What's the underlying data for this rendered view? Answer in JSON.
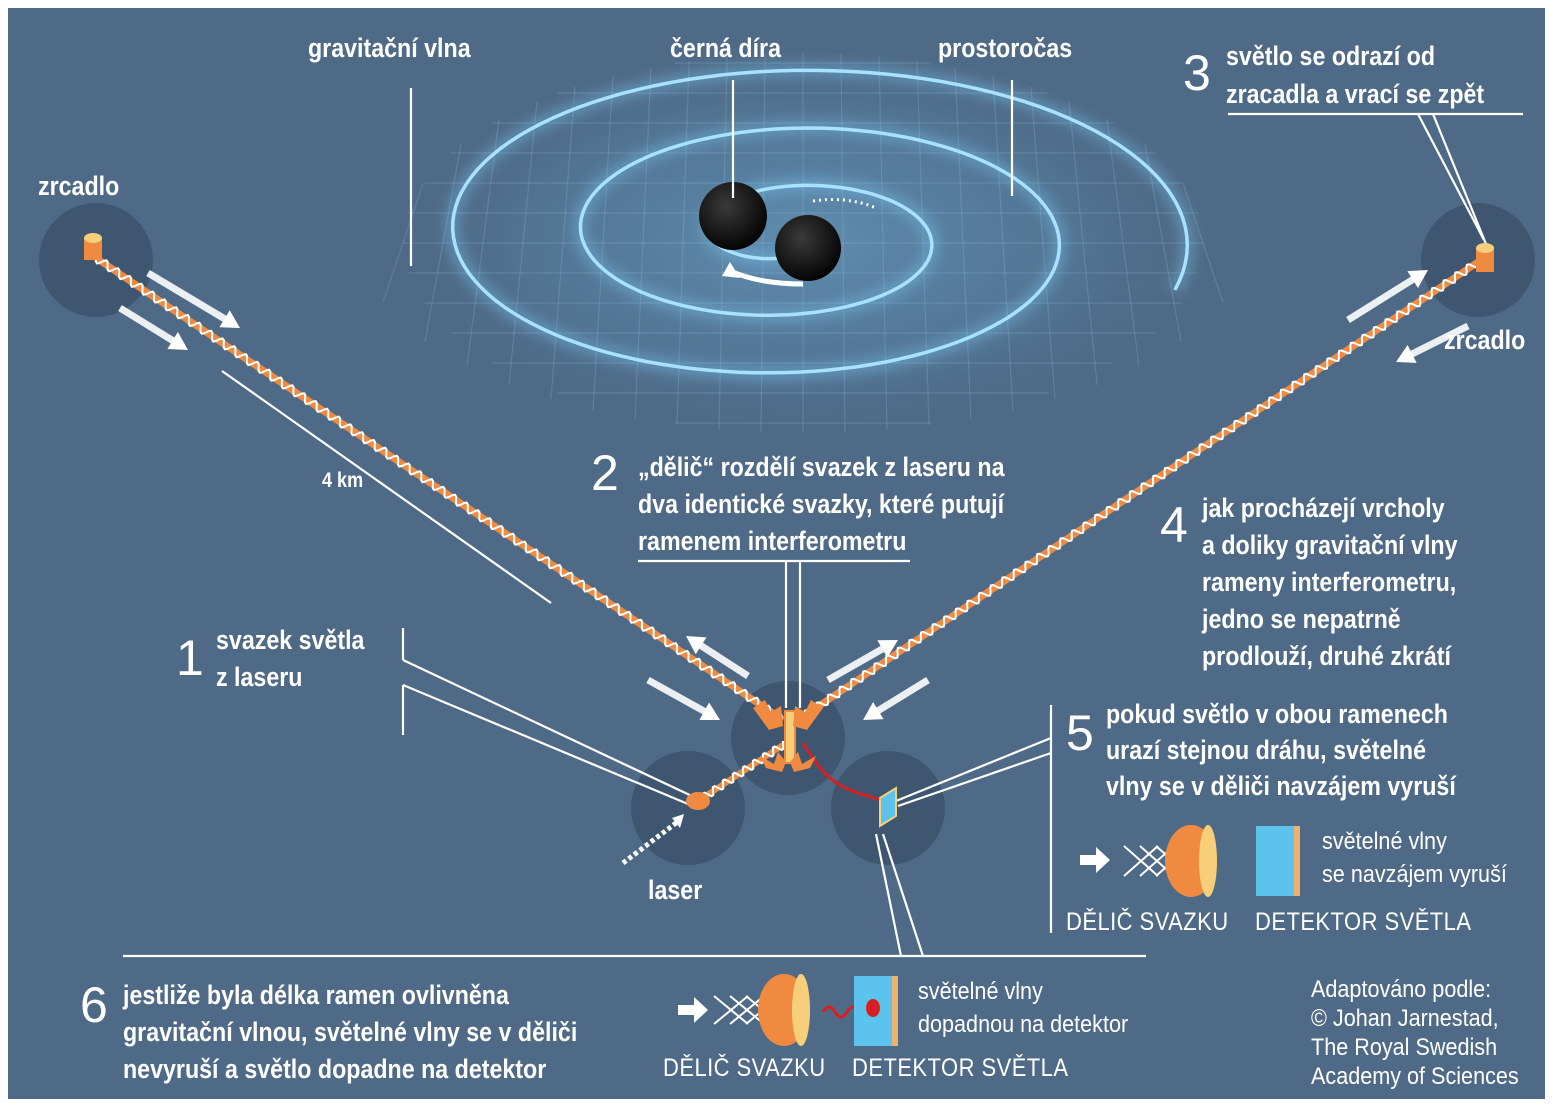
{
  "labels": {
    "gravitational_wave": "gravitační vlna",
    "black_hole": "černá díra",
    "spacetime": "prostoročas",
    "mirror_left": "zrcadlo",
    "mirror_right": "zrcadlo",
    "arm_length": "4 km",
    "laser": "laser"
  },
  "steps": [
    {
      "number": "1",
      "text": [
        "svazek světla",
        "z laseru"
      ]
    },
    {
      "number": "2",
      "text": [
        "„dělič“ rozdělí svazek z laseru na",
        "dva identické svazky, které putují",
        "ramenem interferometru"
      ]
    },
    {
      "number": "3",
      "text": [
        "světlo se odrazí od",
        "zracadla a vrací se zpět"
      ]
    },
    {
      "number": "4",
      "text": [
        "jak procházejí vrcholy",
        "a doliky gravitační vlny",
        "rameny interferometru,",
        "jedno se nepatrně",
        "prodlouží, druhé zkrátí"
      ]
    },
    {
      "number": "5",
      "text": [
        "pokud světlo v obou ramenech",
        "urazí stejnou dráhu, světelné",
        "vlny se v děliči navzájem vyruší"
      ]
    },
    {
      "number": "6",
      "text": [
        "jestliže byla délka ramen ovlivněna",
        "gravitační vlnou, světelné vlny se v děliči",
        "nevyruší a světlo dopadne na detektor"
      ]
    }
  ],
  "legend_cancel": {
    "splitter": "DĚLIČ SVAZKU",
    "detector": "DETEKTOR SVĚTLA",
    "note": [
      "světelné vlny",
      "se navzájem vyruší"
    ]
  },
  "legend_detect": {
    "splitter": "DĚLIČ SVAZKU",
    "detector": "DETEKTOR SVĚTLA",
    "note": [
      "světelné vlny",
      "dopadnou na detektor"
    ]
  },
  "credit": [
    "Adaptováno podle:",
    "© Johan Jarnestad,",
    "The Royal Swedish",
    "Academy of Sciences"
  ],
  "colors": {
    "background": "#4e6a86",
    "beam": "#f08a40",
    "spiral": "#8fd3ff",
    "detector": "#5cc3ec",
    "signal": "#d81f1f"
  }
}
